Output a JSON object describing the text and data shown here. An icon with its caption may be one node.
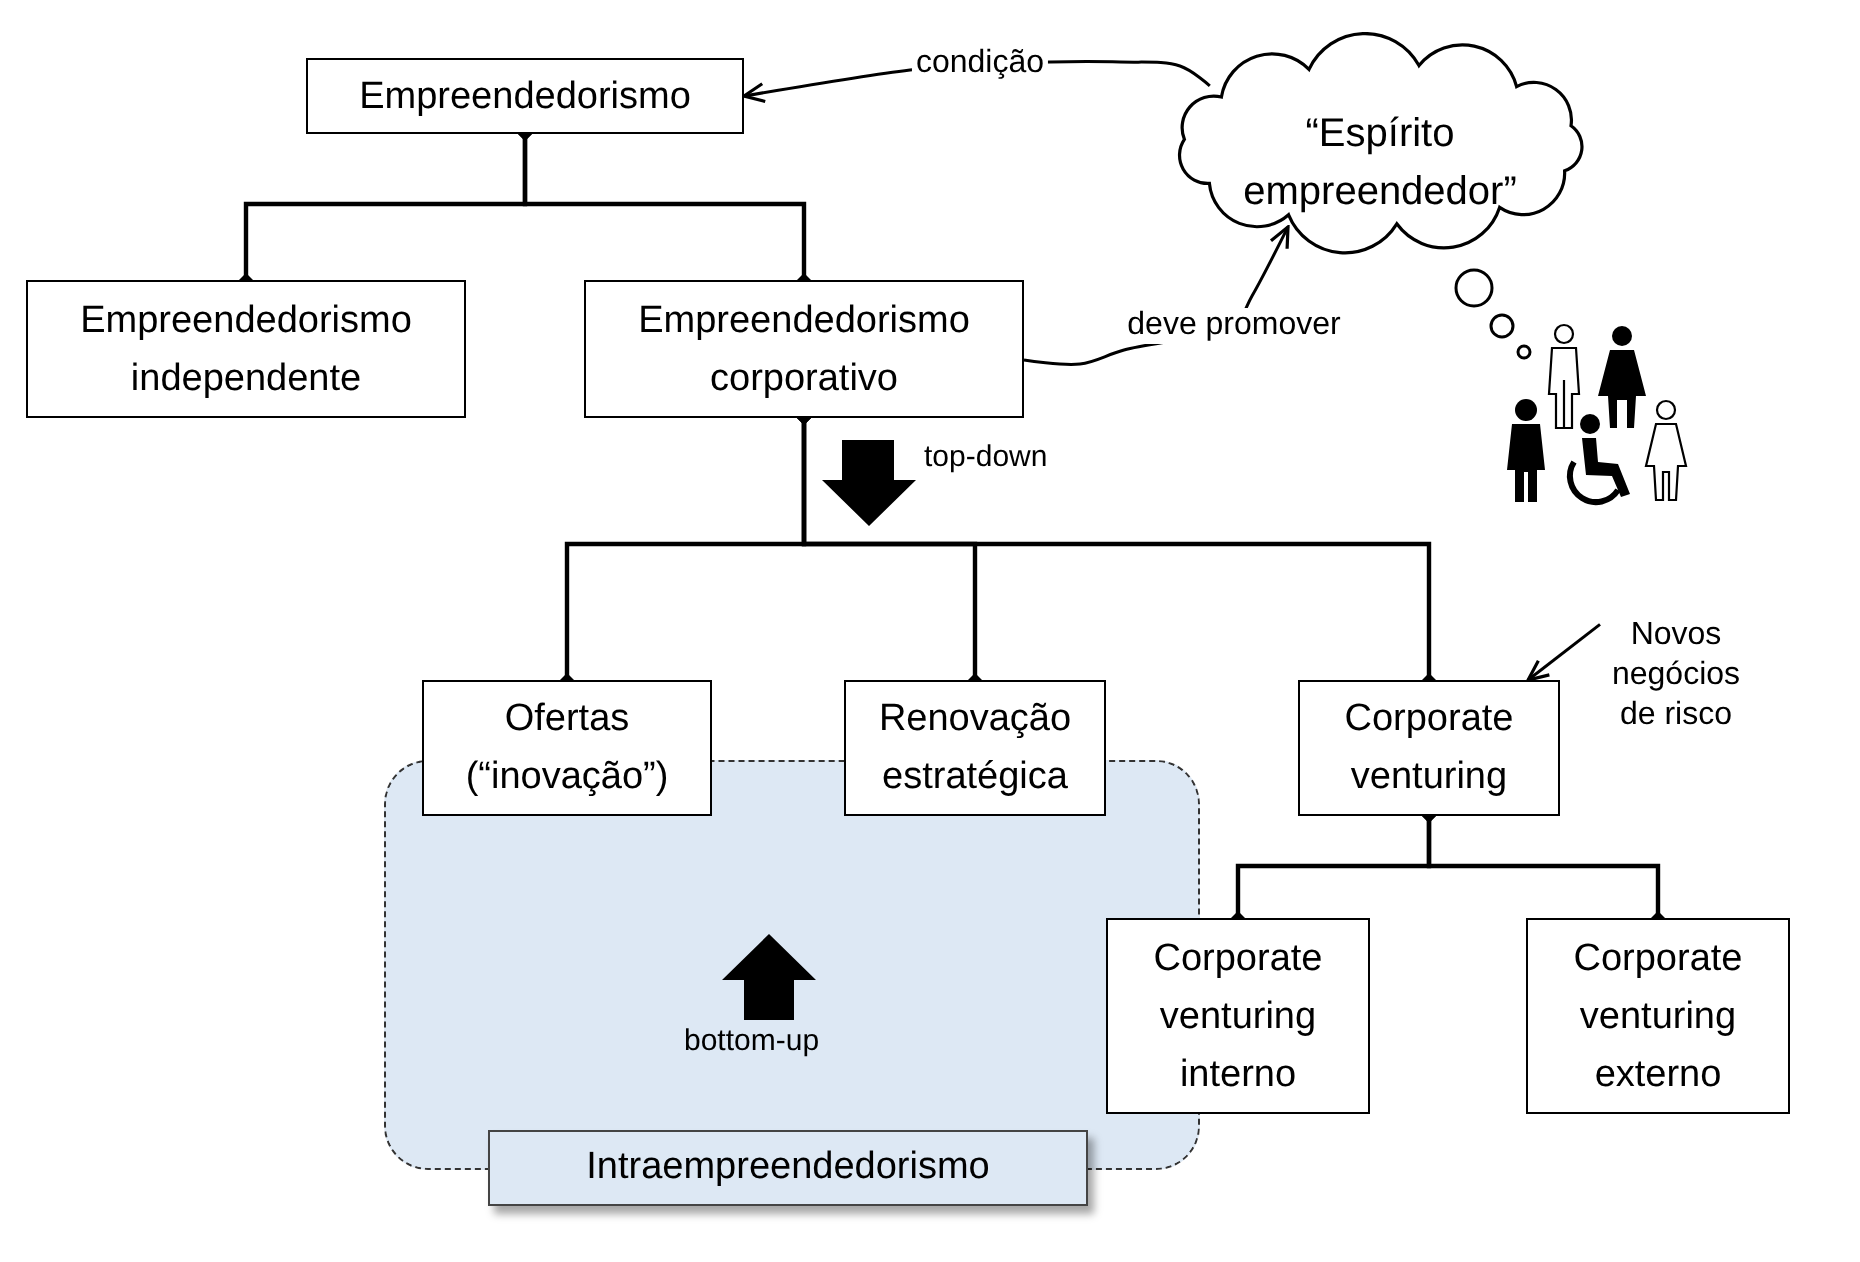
{
  "diagram": {
    "nodes": [
      {
        "text": [
          "Empreendedorismo"
        ]
      },
      {
        "text": [
          "“Espírito empreendedor”"
        ]
      },
      {
        "text": [
          "Empreendedorismo independente"
        ]
      },
      {
        "text": [
          "Empreendedorismo corporativo"
        ]
      },
      {
        "text": [
          "Novos negócios de risco"
        ]
      },
      {
        "text": [
          "Ofertas (“inovação”)"
        ]
      },
      {
        "text": [
          "Renovação estratégica"
        ]
      },
      {
        "text": [
          "Corporate venturing"
        ]
      },
      {
        "text": [
          "Intraempreendedorismo"
        ]
      },
      {
        "text": [
          "Corporate venturing interno"
        ]
      },
      {
        "text": [
          "Corporate venturing externo"
        ]
      }
    ],
    "edges": [
      {
        "from": 1,
        "to": 0,
        "arrow": "to",
        "label": "condição"
      },
      {
        "from": 0,
        "to": 2,
        "arrow": "other"
      },
      {
        "from": 0,
        "to": 3,
        "arrow": "other"
      },
      {
        "from": 3,
        "to": 1,
        "arrow": "to",
        "label": "deve promover"
      },
      {
        "from": 3,
        "to": 5,
        "arrow": "other"
      },
      {
        "from": 3,
        "to": 6,
        "arrow": "other"
      },
      {
        "from": 3,
        "to": 7,
        "arrow": "other"
      },
      {
        "from": 4,
        "to": 7,
        "arrow": "to"
      },
      {
        "from": 7,
        "to": 9,
        "arrow": "other"
      },
      {
        "from": 7,
        "to": 10,
        "arrow": "other"
      }
    ],
    "labels": [
      "top-down",
      "bottom-up"
    ]
  }
}
